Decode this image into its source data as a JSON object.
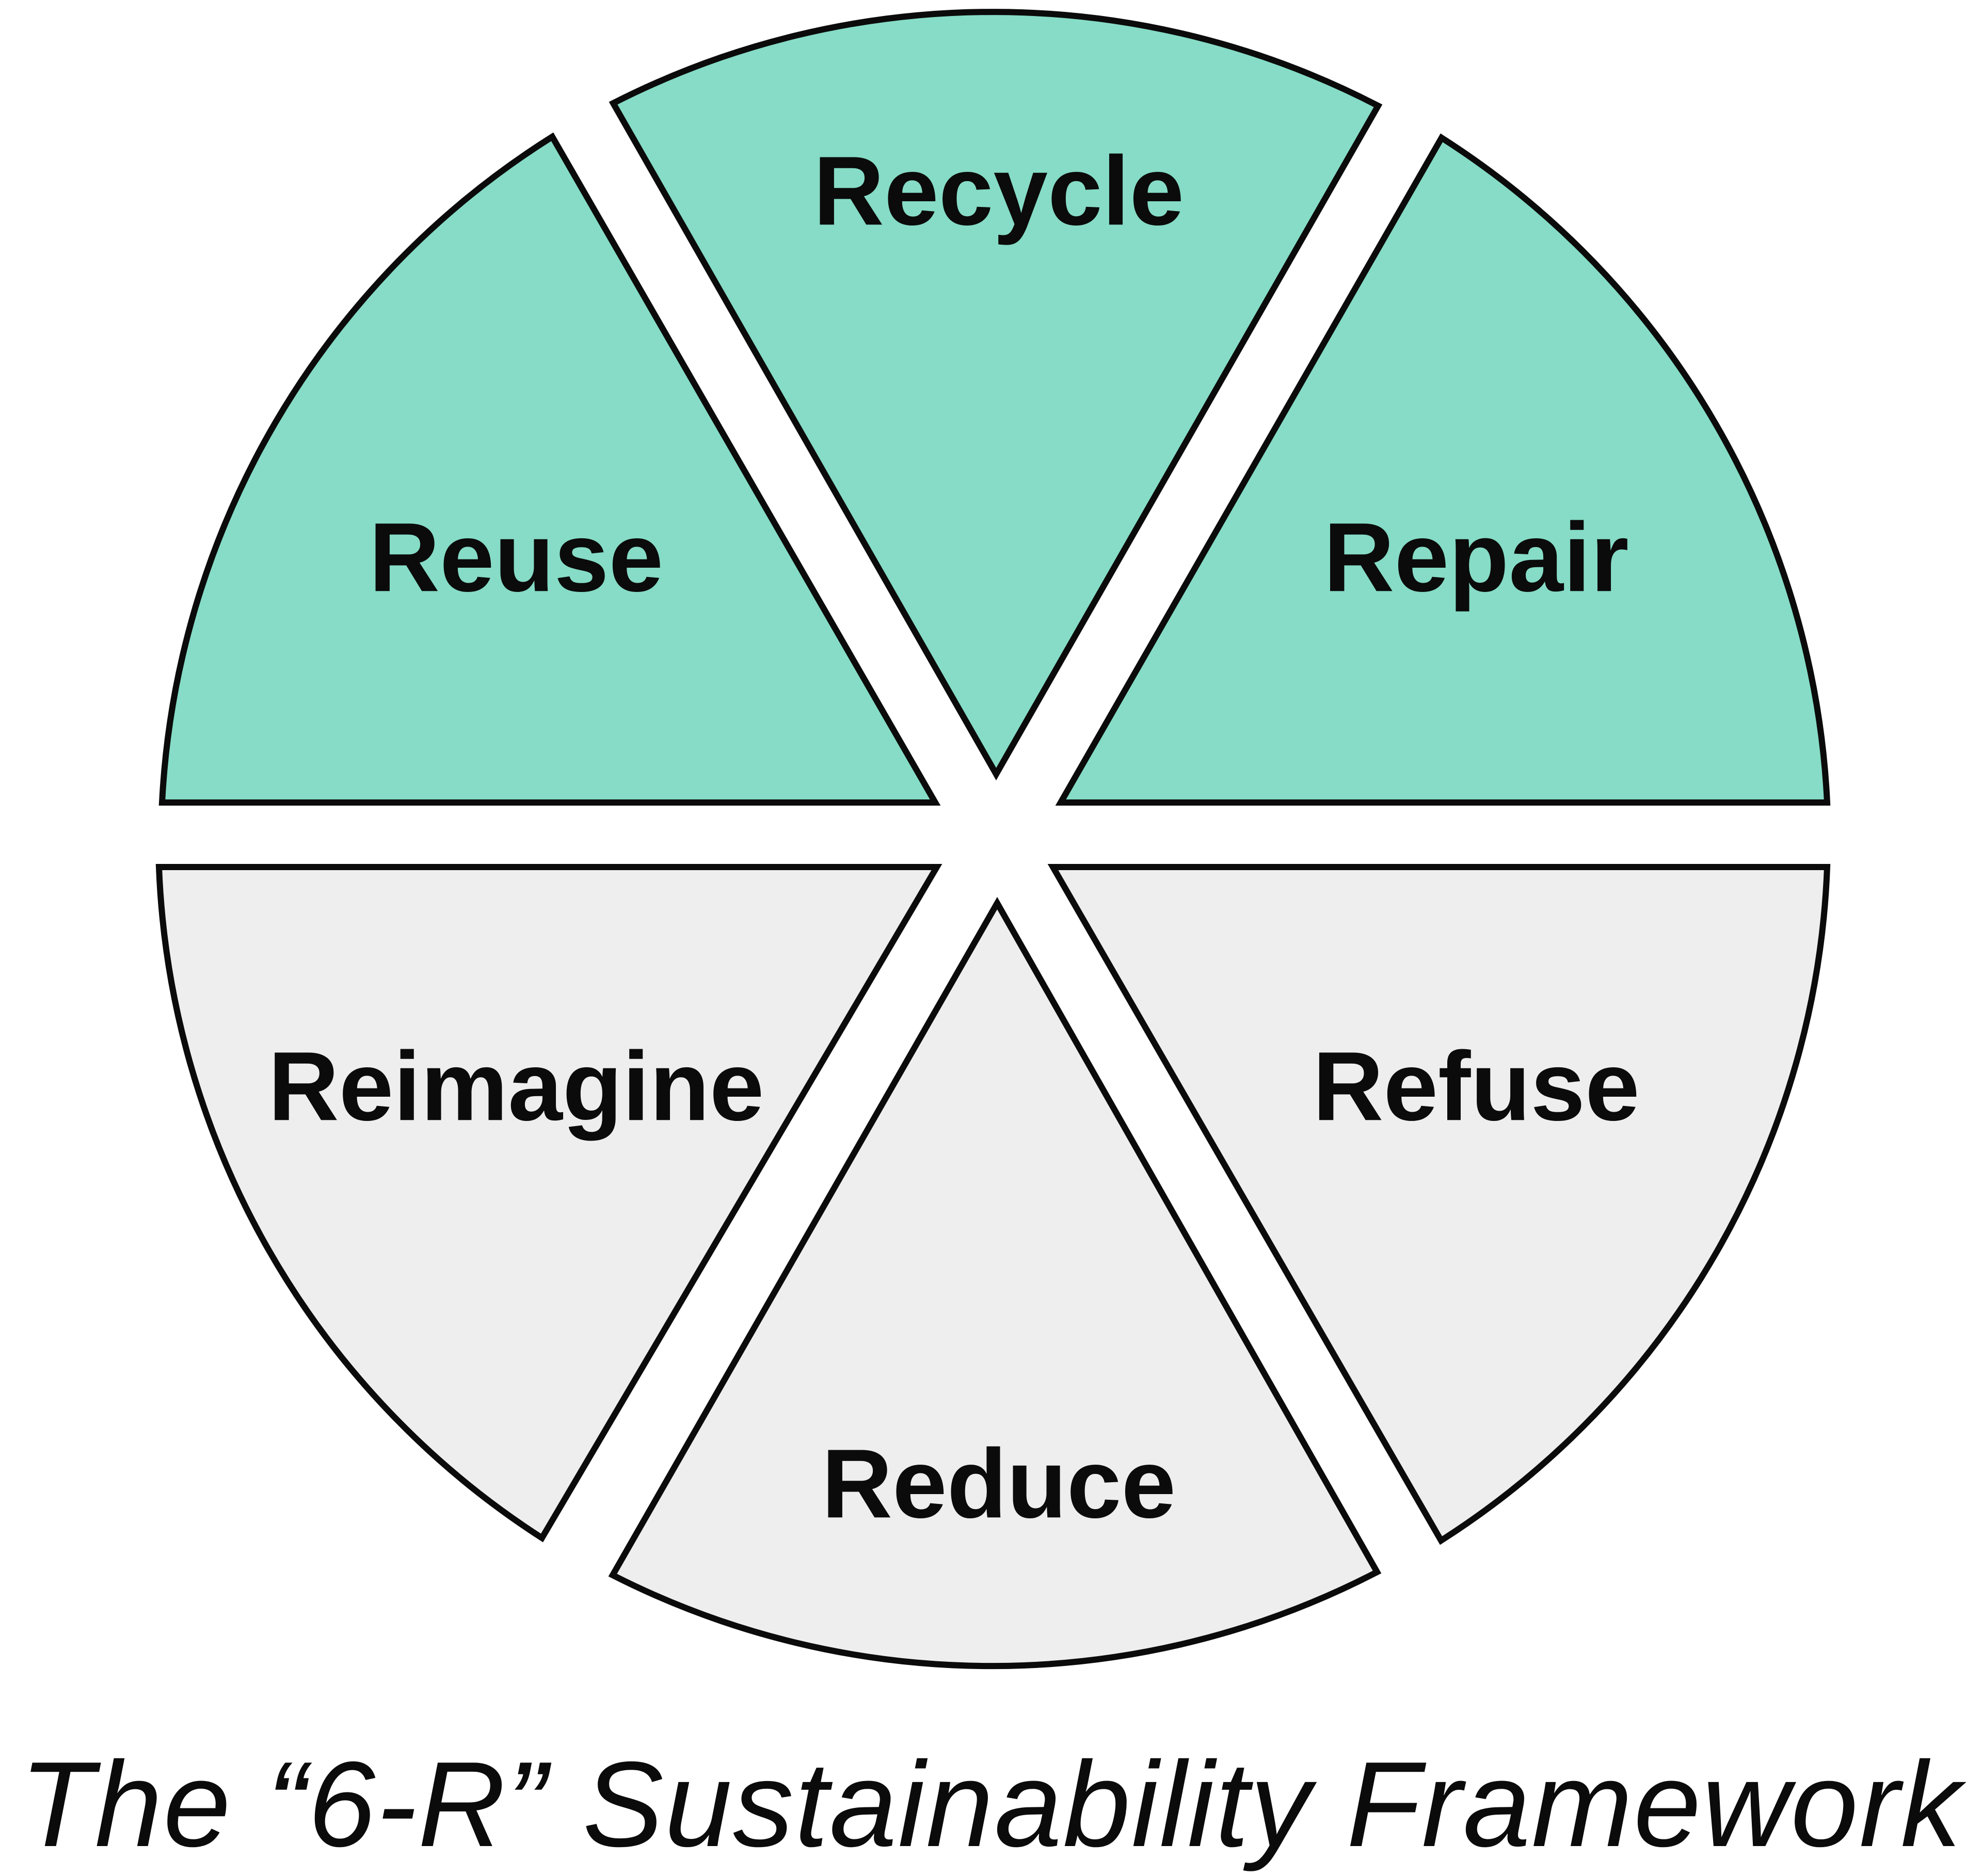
{
  "colors": {
    "accent_fill": "#86dcc6",
    "neutral_fill": "#eeeeee",
    "outline": "#0b0b0b",
    "background": "#ffffff"
  },
  "segments": [
    {
      "label": "Recycle",
      "fill": "accent"
    },
    {
      "label": "Repair",
      "fill": "accent"
    },
    {
      "label": "Refuse",
      "fill": "neutral"
    },
    {
      "label": "Reduce",
      "fill": "neutral"
    },
    {
      "label": "Reimagine",
      "fill": "neutral"
    },
    {
      "label": "Reuse",
      "fill": "accent"
    }
  ],
  "caption": "The “6-R” Sustainability Framework"
}
